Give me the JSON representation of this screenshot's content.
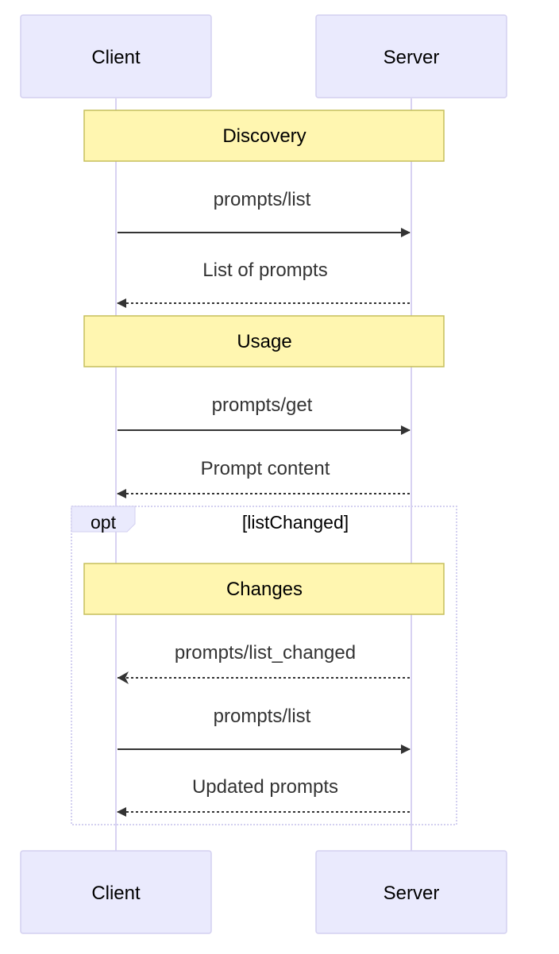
{
  "participants": {
    "client": "Client",
    "server": "Server"
  },
  "notes": {
    "discovery": "Discovery",
    "usage": "Usage",
    "changes": "Changes"
  },
  "messages": [
    {
      "from": "client",
      "to": "server",
      "label": "prompts/list",
      "style": "solid"
    },
    {
      "from": "server",
      "to": "client",
      "label": "List of prompts",
      "style": "dashed"
    },
    {
      "from": "client",
      "to": "server",
      "label": "prompts/get",
      "style": "solid"
    },
    {
      "from": "server",
      "to": "client",
      "label": "Prompt content",
      "style": "dashed"
    },
    {
      "from": "server",
      "to": "client",
      "label": "prompts/list_changed",
      "style": "dashed-open"
    },
    {
      "from": "client",
      "to": "server",
      "label": "prompts/list",
      "style": "solid"
    },
    {
      "from": "server",
      "to": "client",
      "label": "Updated prompts",
      "style": "dashed"
    }
  ],
  "opt_block": {
    "keyword": "opt",
    "condition": "[listChanged]"
  },
  "colors": {
    "actor_fill": "#eaeafd",
    "actor_stroke": "#d3d0f0",
    "lifeline": "#d8d2f2",
    "note_fill": "#fff6b0",
    "note_stroke": "#c5bf5c",
    "arrow": "#333333",
    "text": "#333333",
    "opt_stroke": "#d3d0f0",
    "opt_tab_fill": "#eaeafd"
  }
}
